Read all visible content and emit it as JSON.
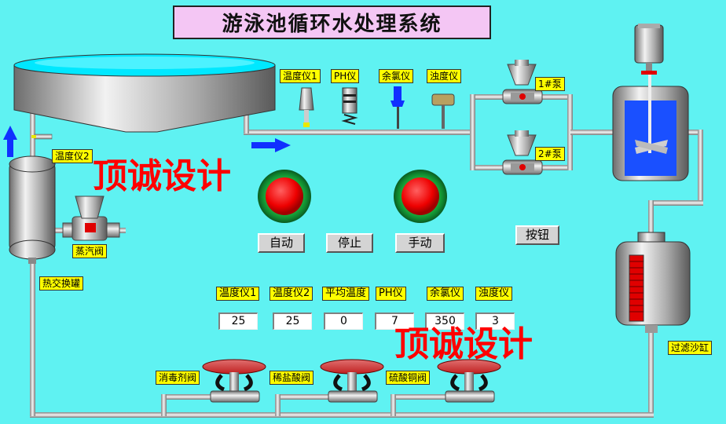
{
  "title": "游泳池循环水处理系统",
  "watermark": "顶诚设计",
  "instruments_top": [
    {
      "label": "温度仪1",
      "icon": "temperature-probe-icon"
    },
    {
      "label": "PH仪",
      "icon": "ph-sensor-icon"
    },
    {
      "label": "余氯仪",
      "icon": "chlorine-sensor-icon"
    },
    {
      "label": "浊度仪",
      "icon": "turbidity-sensor-icon"
    }
  ],
  "pumps": [
    "1#泵",
    "2#泵"
  ],
  "labels": {
    "temp2": "温度仪2",
    "steam_valve": "蒸汽阀",
    "heat_exchanger": "热交换罐",
    "sand_filter": "过滤沙缸",
    "disinfect_valve": "消毒剂阀",
    "acid_valve": "稀盐酸阀",
    "copper_valve": "硫酸铜阀"
  },
  "buttons": {
    "auto": "自动",
    "stop": "停止",
    "manual": "手动",
    "button": "按钮"
  },
  "readouts": [
    {
      "label": "温度仪1",
      "value": "25"
    },
    {
      "label": "温度仪2",
      "value": "25"
    },
    {
      "label": "平均温度",
      "value": "0"
    },
    {
      "label": "PH仪",
      "value": "7"
    },
    {
      "label": "余氯仪",
      "value": "350"
    },
    {
      "label": "浊度仪",
      "value": "3"
    }
  ],
  "colors": {
    "background": "#5ff2f2",
    "label_bg": "#ffff00",
    "title_bg": "#f4c6f4",
    "indicator": "#ff0000",
    "water": "#00e8ff",
    "arrow": "#1030ff"
  }
}
